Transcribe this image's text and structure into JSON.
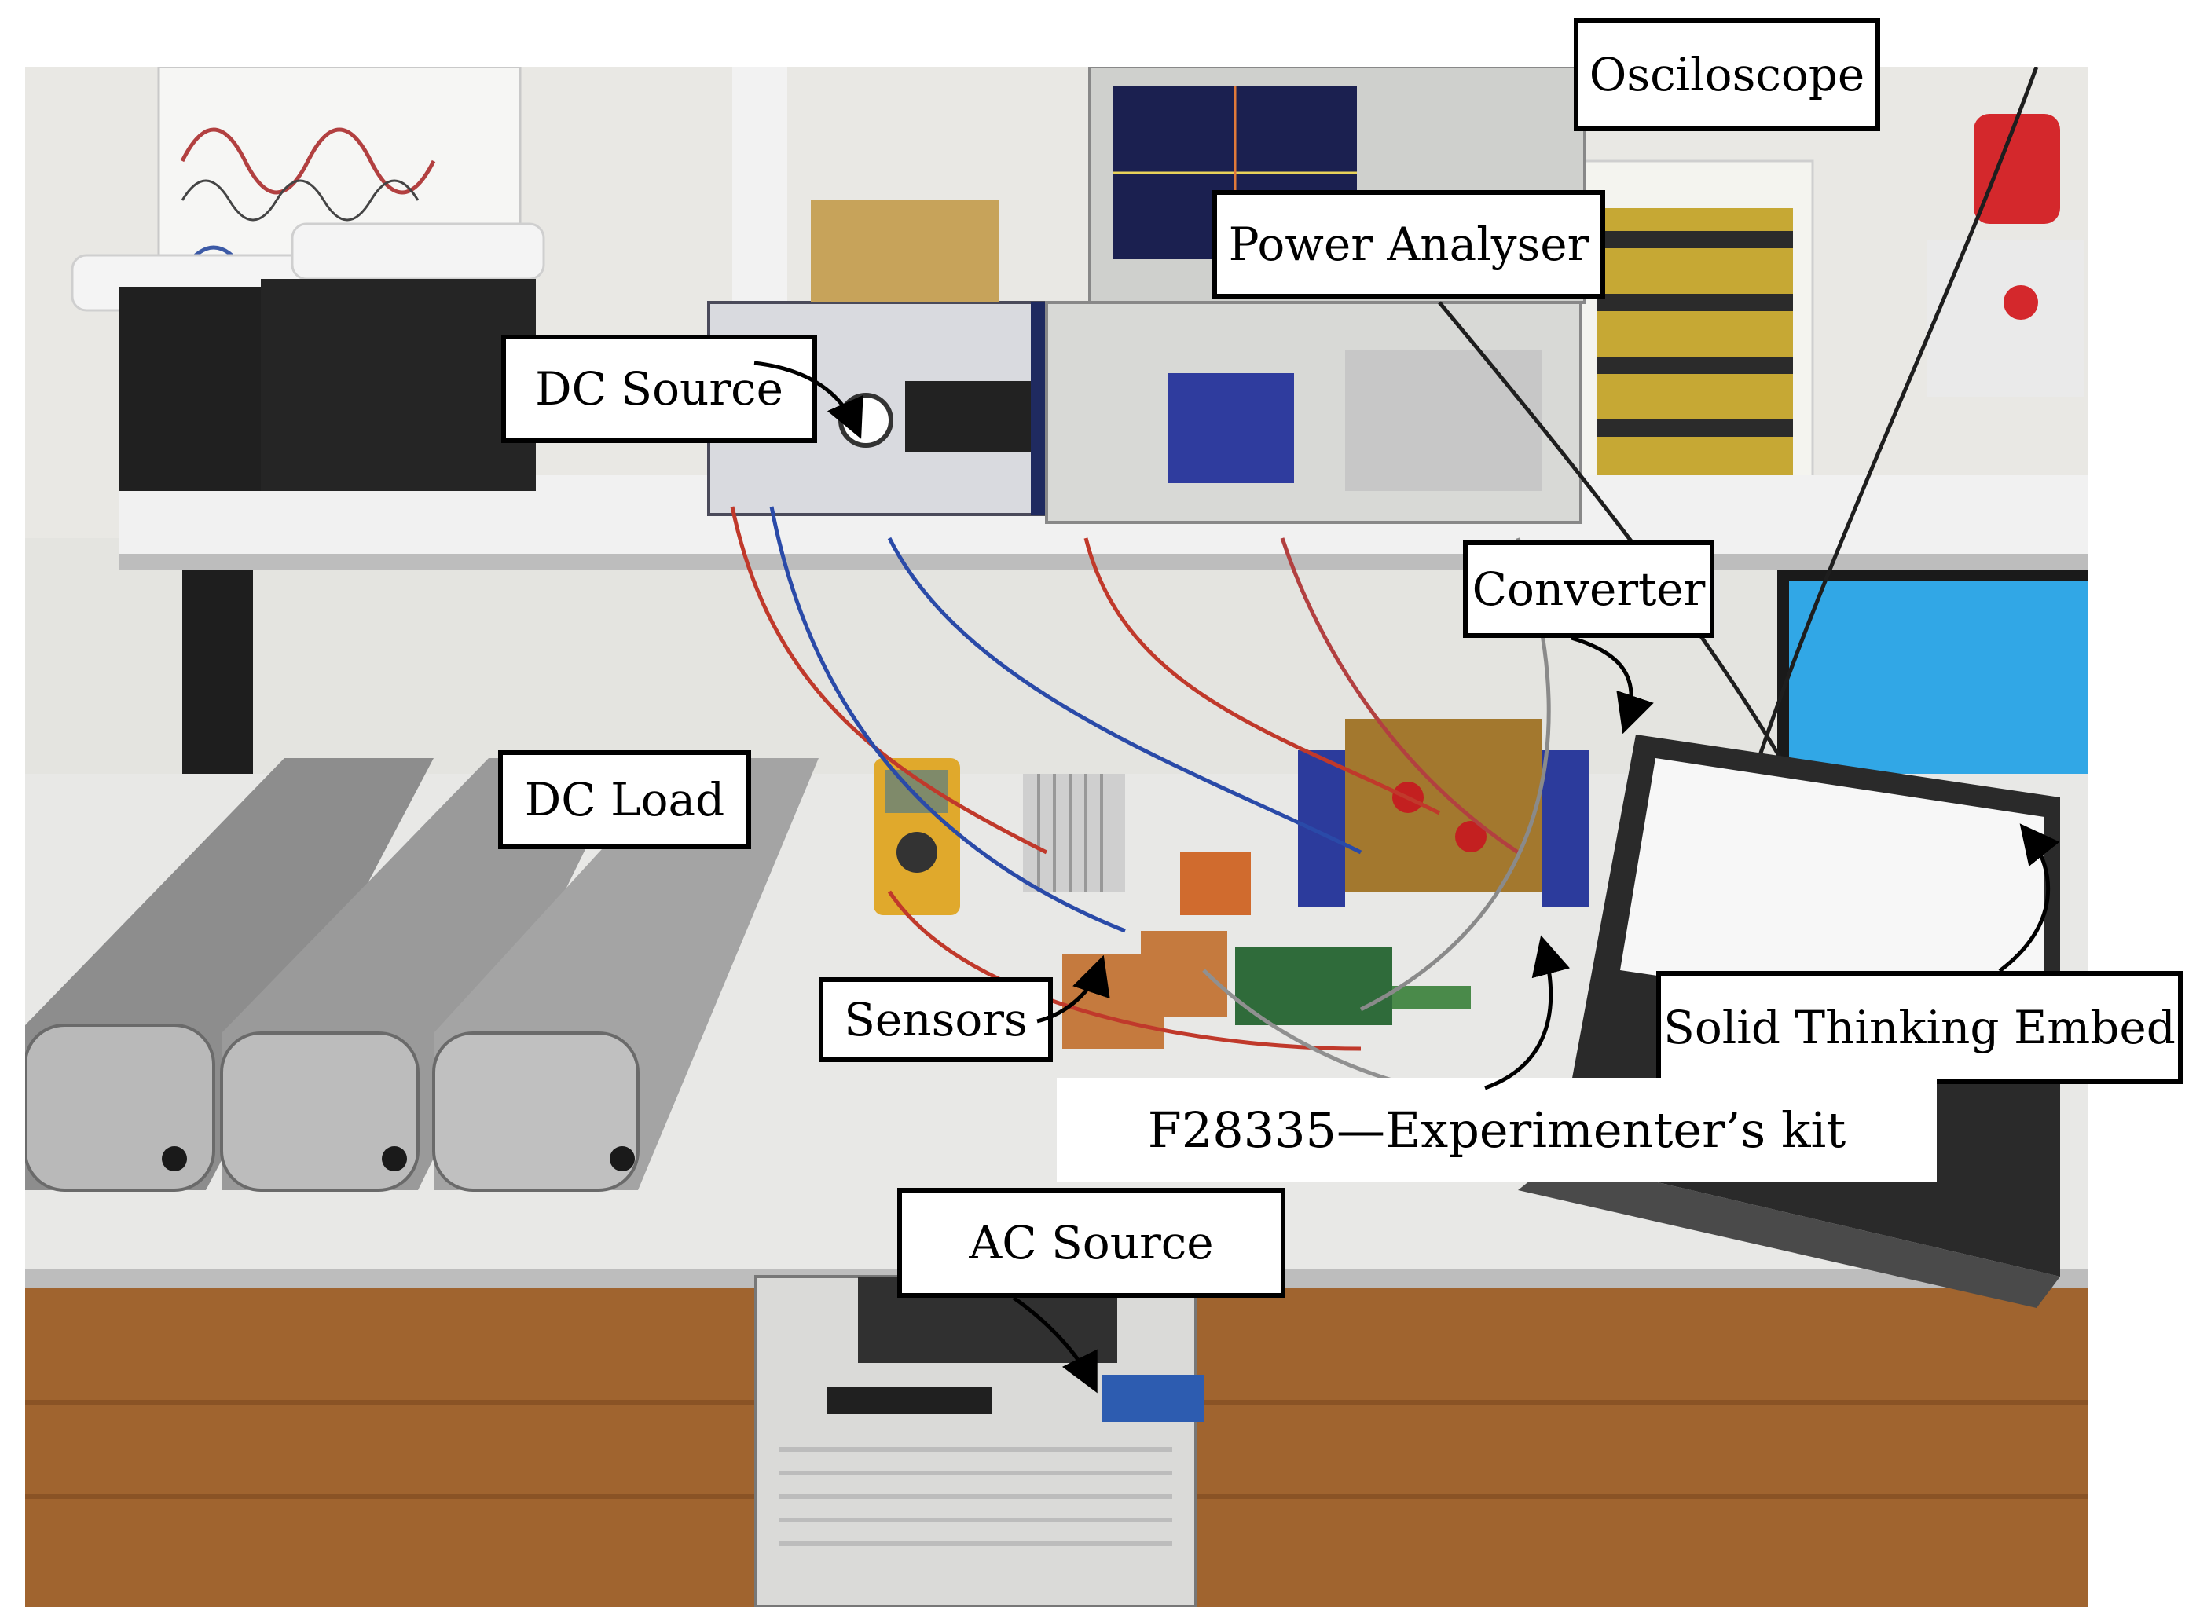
{
  "labels": {
    "osciloscope": "Osciloscope",
    "power_analyser": "Power Analyser",
    "dc_source": "DC Source",
    "converter": "Converter",
    "dc_load": "DC Load",
    "sensors": "Sensors",
    "solid_thinking_embed": "Solid Thinking Embed",
    "f28335_kit": "F28335—Experimenter’s kit",
    "ac_source": "AC Source"
  },
  "colors": {
    "label_border": "#000000",
    "label_background": "#ffffff",
    "arrow": "#000000"
  }
}
